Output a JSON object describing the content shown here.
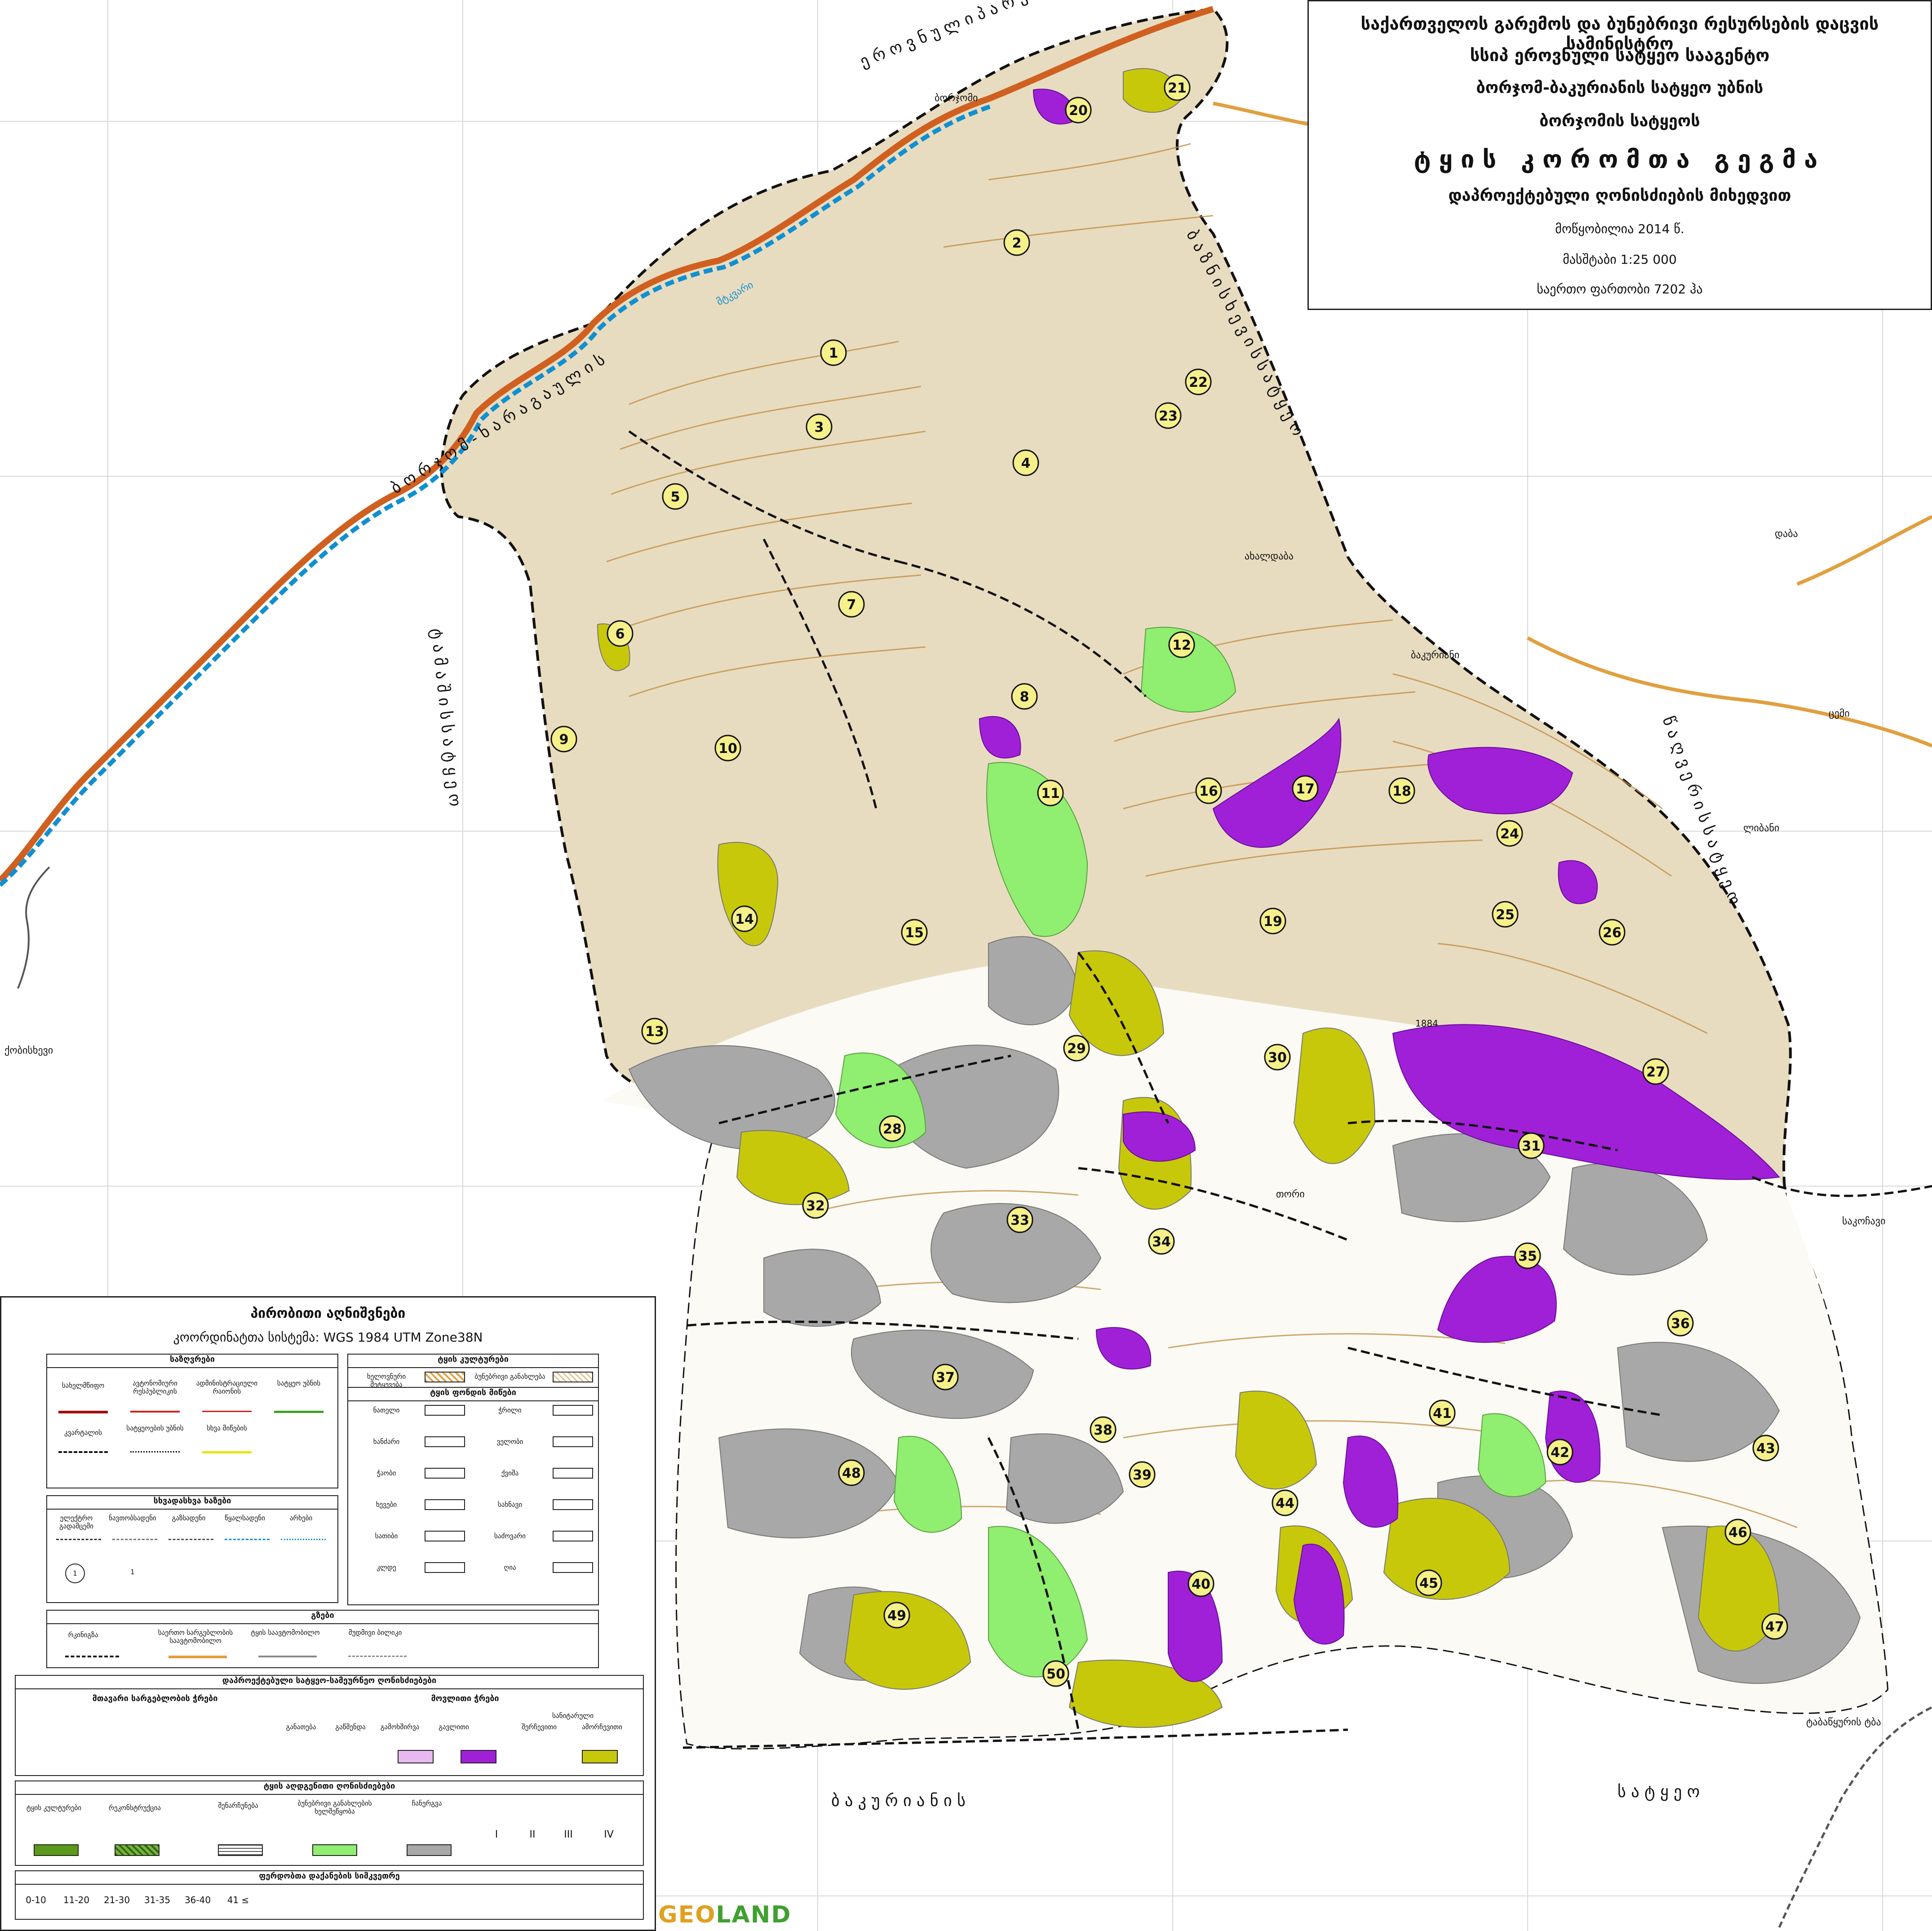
{
  "title_block": {
    "line1": "საქართველოს გარემოს და ბუნებრივი რესურსების დაცვის სამინისტრო",
    "line2": "სსიპ ეროვნული სატყეო სააგენტო",
    "line3": "ბორჯომ-ბაკურიანის სატყეო უბნის",
    "line4": "ბორჯომის სატყეოს",
    "line5": "ტყის კორომთა გეგმა",
    "line6": "დაპროექტებული ღონისძიების მიხედვით",
    "line7": "მოწყობილია 2014 წ.",
    "line8": "მასშტაბი 1:25 000",
    "line9": "საერთო ფართობი 7202 ჰა"
  },
  "map_labels": {
    "park_north": "ე რ ო ვ ნ უ ლ ი   პ ა რ კ ი",
    "borjomi_kharagauli": "ბ ო რ ჯ ო მ - ხ ა რ ა გ ა უ ლ ი ს",
    "forestry_northeast": "ბ ა ზ ნ ი ს ხ ე ვ ი ს   ს ა ტ ყ ე ო",
    "forestry_west": "ტ ა მ ა შ ი ს   ს ა ტ ყ ე ო",
    "forestry_east": "წ ა ღ ვ ე რ ი ს   ს ა ტ ყ ე ო",
    "bakuriani_south": "ბ ა კ უ რ ი ა ნ ი ს",
    "south_tail": "ს ა ტ ყ ე ო",
    "settlement_borjomi": "ბორჯომი",
    "settlement_daba": "დაბა",
    "settlement_tsemi": "ცემი",
    "settlement_libani": "ლიბანი",
    "settlement_sakochavi": "საკოჩავი",
    "settlement_tori": "თორი",
    "settlement_west": "ქობისხევი",
    "settlement_akhaldaba": "ახალდაბა",
    "river": "მტკვარი",
    "settlement_southeast": "ტაბაწყურის ტბა",
    "bakuriani": "ბაკურიანი",
    "elevation": "1884"
  },
  "compartments": [
    "1",
    "2",
    "3",
    "4",
    "5",
    "6",
    "7",
    "8",
    "9",
    "10",
    "11",
    "12",
    "13",
    "14",
    "15",
    "16",
    "17",
    "18",
    "19",
    "20",
    "21",
    "22",
    "23",
    "24",
    "25",
    "26",
    "27",
    "28",
    "29",
    "30",
    "31",
    "32",
    "33",
    "34",
    "35",
    "36",
    "37",
    "38",
    "39",
    "40",
    "41",
    "42",
    "43",
    "44",
    "45",
    "46",
    "47",
    "48",
    "49",
    "50"
  ],
  "colors": {
    "forest_tan": "#e8dcc0",
    "contour": "#c08a40",
    "purple": "#a020d8",
    "olive": "#c8c80a",
    "light_green": "#90ee70",
    "gray": "#a8a8a8",
    "river_blue": "#1090d0",
    "boundary_orange": "#d06020",
    "road_orange": "#e0a040"
  },
  "legend": {
    "title": "პირობითი აღნიშვნები",
    "coord_label": "კოორდინატთა სისტემა:",
    "coord_value": "WGS 1984 UTM Zone38N",
    "boundaries": {
      "head": "საზღვრები",
      "items": [
        "სახელმწიფო",
        "ავტონომიური რესპუბლიკის",
        "ადმინისტრაციული რაიონის",
        "სატყეო უბნის",
        "კვარტალის",
        "სატყეოების უბნის",
        "სხვა მიწების"
      ]
    },
    "forest_cultures": {
      "head": "ტყის კულტურები",
      "items": [
        "ხელოვნური შეტყევება",
        "ბუნებრივი განახლება"
      ]
    },
    "forest_fund_lands": {
      "head": "ტყის ფონდის მიწები",
      "items": [
        "ნათელი",
        "ჭრილი",
        "ხანძარი",
        "ველობი",
        "ჭაობი",
        "ქვიშა",
        "ხევები",
        "სახნავი",
        "სათიბი",
        "საძოვარი",
        "კლდე",
        "ღია"
      ]
    },
    "symbols_lines": {
      "head": "სხვადასხვა ხაზები",
      "items": [
        "ელექტრო გადამცემი",
        "ნავთობსადენი",
        "გაზსადენი",
        "წყალსადენი",
        "არხები"
      ]
    },
    "roads": {
      "head": "გზები",
      "items": [
        "რკინიგზა",
        "საერთო სარგებლობის საავტომობილო",
        "ტყის საავტომობილო",
        "მუდმივი ბილიკი"
      ]
    },
    "planned_measures": {
      "head": "დაპროექტებული სატყეო-სამეურნეო ღონისძიებები",
      "main_use": "მთავარი სარგებლობის ჭრები",
      "care_cuts": "მოვლითი ჭრები",
      "care_items": [
        "განათება",
        "გაწმენდა",
        "გამოხშირვა",
        "გავლითი",
        "სანიტარული"
      ],
      "sanitary_sub": [
        "შერჩევითი",
        "ამორჩევითი"
      ]
    },
    "restoration": {
      "head": "ტყის აღდგენითი ღონისძიებები",
      "items": [
        "ტყის კულტურები",
        "რეკონსტრუქცია",
        "შენარჩუნება",
        "ბუნებრივი განახლების ხელშეწყობა",
        "ჩანერგვა"
      ],
      "classes": [
        "I",
        "II",
        "III",
        "IV"
      ]
    },
    "slopes": {
      "head": "ფერდობთა დაქანების სიმკვეთრე",
      "values": [
        "0-10",
        "11-20",
        "21-30",
        "31-35",
        "36-40",
        "41 ≤"
      ]
    }
  },
  "brand": {
    "geo": "GEO",
    "land": "LAND"
  }
}
